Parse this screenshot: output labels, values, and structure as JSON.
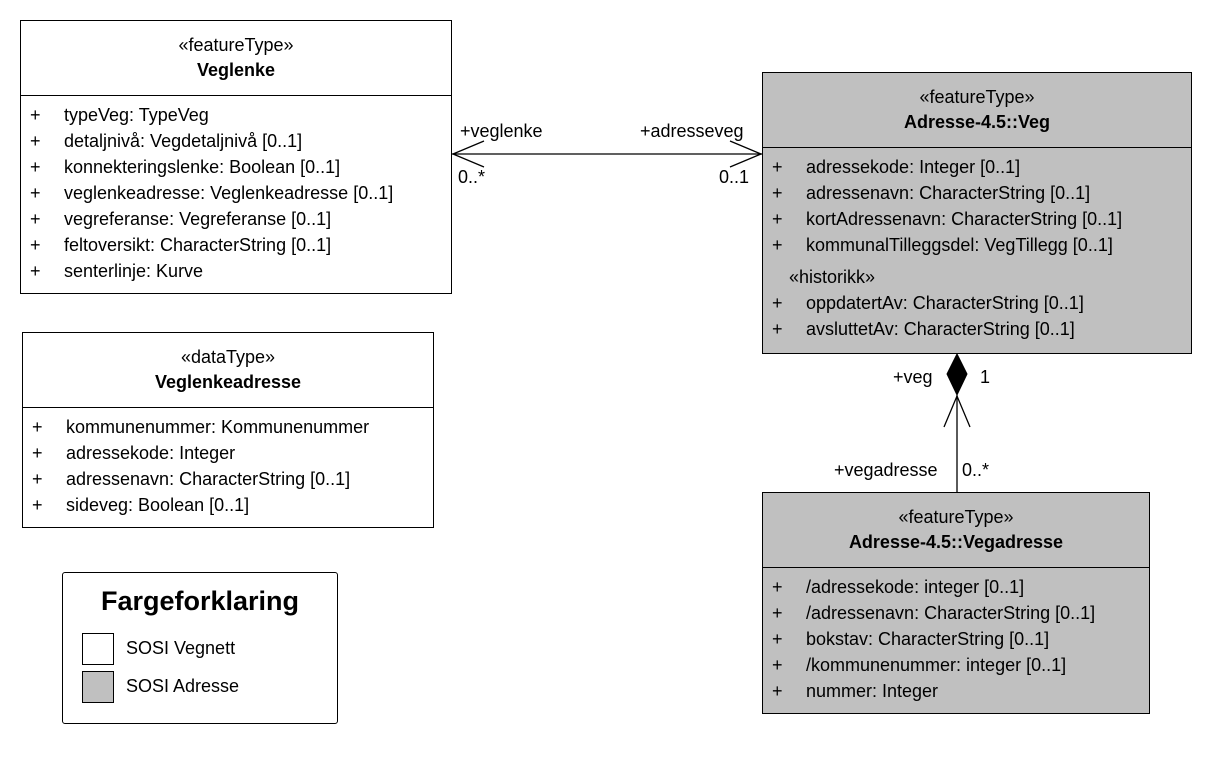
{
  "classes": {
    "veglenke": {
      "stereotype": "«featureType»",
      "name": "Veglenke",
      "attributes": [
        {
          "vis": "+",
          "text": "typeVeg: TypeVeg"
        },
        {
          "vis": "+",
          "text": "detaljnivå: Vegdetaljnivå [0..1]"
        },
        {
          "vis": "+",
          "text": "konnekteringslenke: Boolean [0..1]"
        },
        {
          "vis": "+",
          "text": "veglenkeadresse: Veglenkeadresse [0..1]"
        },
        {
          "vis": "+",
          "text": "vegreferanse: Vegreferanse [0..1]"
        },
        {
          "vis": "+",
          "text": "feltoversikt: CharacterString [0..1]"
        },
        {
          "vis": "+",
          "text": "senterlinje: Kurve"
        }
      ]
    },
    "veglenkeadresse": {
      "stereotype": "«dataType»",
      "name": "Veglenkeadresse",
      "attributes": [
        {
          "vis": "+",
          "text": "kommunenummer: Kommunenummer"
        },
        {
          "vis": "+",
          "text": "adressekode: Integer"
        },
        {
          "vis": "+",
          "text": "adressenavn: CharacterString [0..1]"
        },
        {
          "vis": "+",
          "text": "sideveg: Boolean [0..1]"
        }
      ]
    },
    "veg": {
      "stereotype": "«featureType»",
      "name": "Adresse-4.5::Veg",
      "attributes": [
        {
          "vis": "+",
          "text": "adressekode: Integer [0..1]"
        },
        {
          "vis": "+",
          "text": "adressenavn: CharacterString [0..1]"
        },
        {
          "vis": "+",
          "text": "kortAdressenavn: CharacterString [0..1]"
        },
        {
          "vis": "+",
          "text": "kommunalTilleggsdel: VegTillegg [0..1]"
        }
      ],
      "section_label": "«historikk»",
      "section_attributes": [
        {
          "vis": "+",
          "text": "oppdatertAv: CharacterString [0..1]"
        },
        {
          "vis": "+",
          "text": "avsluttetAv: CharacterString [0..1]"
        }
      ]
    },
    "vegadresse": {
      "stereotype": "«featureType»",
      "name": "Adresse-4.5::Vegadresse",
      "attributes": [
        {
          "vis": "+",
          "text": "/adressekode: integer [0..1]"
        },
        {
          "vis": "+",
          "text": "/adressenavn: CharacterString [0..1]"
        },
        {
          "vis": "+",
          "text": "bokstav: CharacterString [0..1]"
        },
        {
          "vis": "+",
          "text": "/kommunenummer: integer [0..1]"
        },
        {
          "vis": "+",
          "text": "nummer: Integer"
        }
      ]
    }
  },
  "associations": {
    "veglenke_veg": {
      "role_left": "+veglenke",
      "mult_left": "0..*",
      "role_right": "+adresseveg",
      "mult_right": "0..1"
    },
    "veg_vegadresse": {
      "role_top": "+veg",
      "mult_top": "1",
      "role_bottom": "+vegadresse",
      "mult_bottom": "0..*"
    }
  },
  "legend": {
    "title": "Fargeforklaring",
    "items": [
      {
        "label": "SOSI Vegnett",
        "color": "#ffffff"
      },
      {
        "label": "SOSI Adresse",
        "color": "#c0c0c0"
      }
    ]
  }
}
